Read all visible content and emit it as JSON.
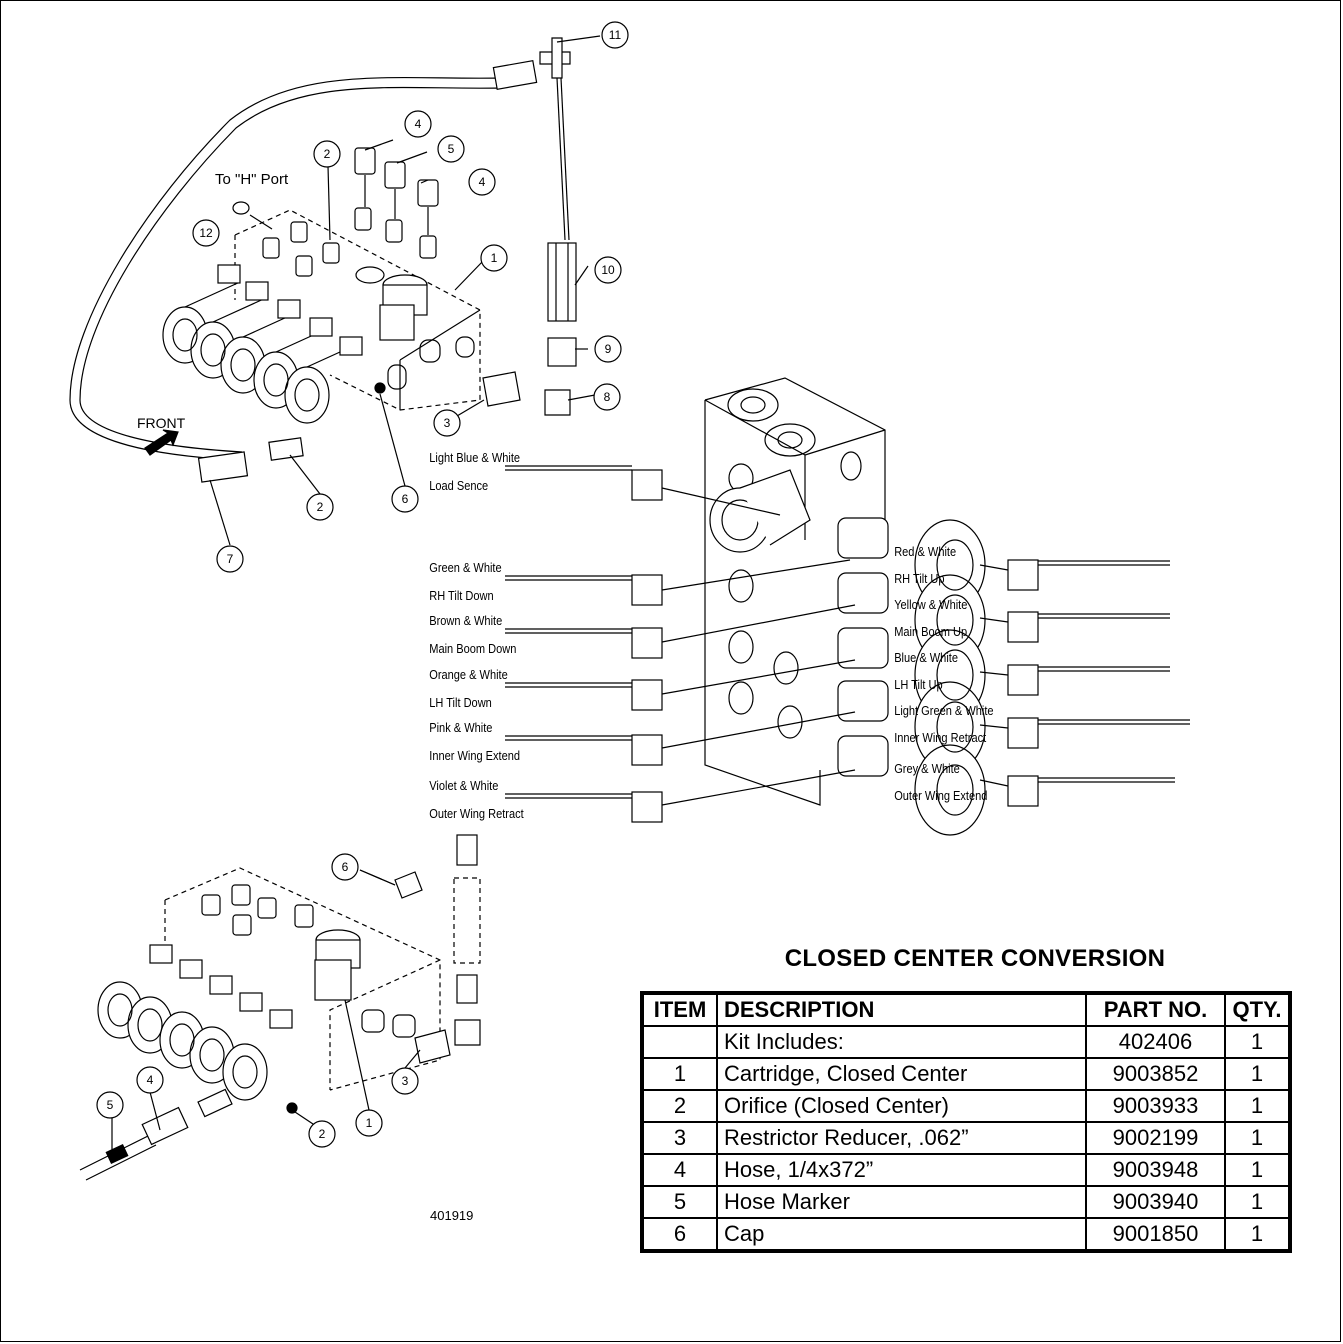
{
  "callouts": {
    "top": [
      "11",
      "4",
      "5",
      "2",
      "4",
      "12",
      "1",
      "10",
      "9",
      "8",
      "3",
      "6",
      "2",
      "7"
    ],
    "bottom": [
      "6",
      "1",
      "3",
      "2",
      "4",
      "5"
    ]
  },
  "labels": {
    "to_h_port": "To \"H\" Port",
    "front": "FRONT"
  },
  "wiring_left": [
    {
      "color": "Light Blue & White",
      "function": "Load Sence"
    },
    {
      "color": "Green & White",
      "function": "RH Tilt Down"
    },
    {
      "color": "Brown & White",
      "function": "Main Boom Down"
    },
    {
      "color": "Orange & White",
      "function": "LH Tilt Down"
    },
    {
      "color": "Pink & White",
      "function": "Inner Wing Extend"
    },
    {
      "color": "Violet & White",
      "function": "Outer Wing Retract"
    }
  ],
  "wiring_right": [
    {
      "color": "Red & White",
      "function": "RH Tilt Up"
    },
    {
      "color": "Yellow & White",
      "function": "Main Boom Up"
    },
    {
      "color": "Blue & White",
      "function": "LH Tilt Up"
    },
    {
      "color": "Light Green & White",
      "function": "Inner Wing Retract"
    },
    {
      "color": "Grey & White",
      "function": "Outer Wing Extend"
    }
  ],
  "kit": {
    "title": "CLOSED CENTER CONVERSION",
    "headers": [
      "ITEM",
      "DESCRIPTION",
      "PART NO.",
      "QTY."
    ],
    "rows": [
      [
        "",
        "Kit Includes:",
        "402406",
        "1"
      ],
      [
        "1",
        "Cartridge, Closed Center",
        "9003852",
        "1"
      ],
      [
        "2",
        "Orifice (Closed Center)",
        "9003933",
        "1"
      ],
      [
        "3",
        "Restrictor Reducer, .062”",
        "9002199",
        "1"
      ],
      [
        "4",
        "Hose, 1/4x372”",
        "9003948",
        "1"
      ],
      [
        "5",
        "Hose Marker",
        "9003940",
        "1"
      ],
      [
        "6",
        "Cap",
        "9001850",
        "1"
      ]
    ]
  },
  "drawing_number": "401919"
}
